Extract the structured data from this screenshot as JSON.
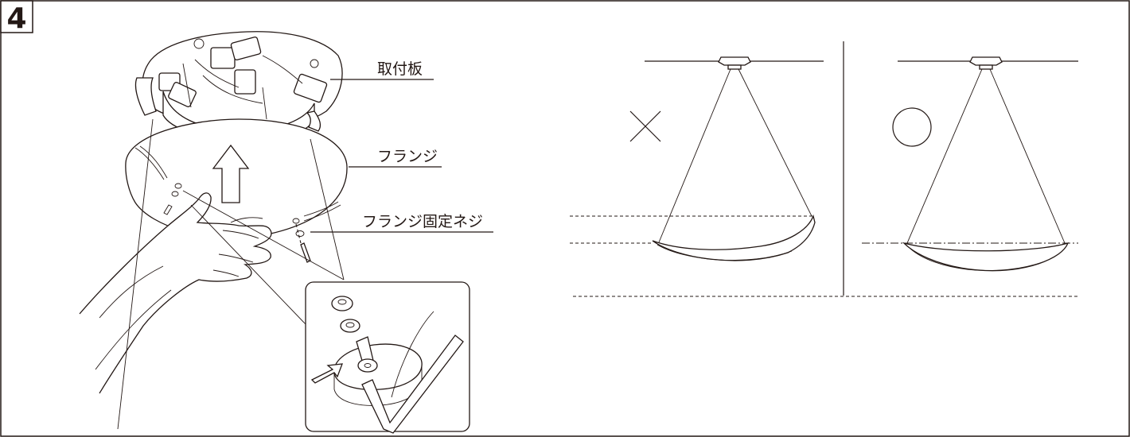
{
  "step_number": "4",
  "labels": {
    "mounting_plate": "取付板",
    "flange": "フランジ",
    "flange_screw": "フランジ固定ネジ"
  },
  "symbols": {
    "incorrect": "×",
    "correct": "○"
  },
  "colors": {
    "line": "#231815",
    "background": "#ffffff"
  }
}
